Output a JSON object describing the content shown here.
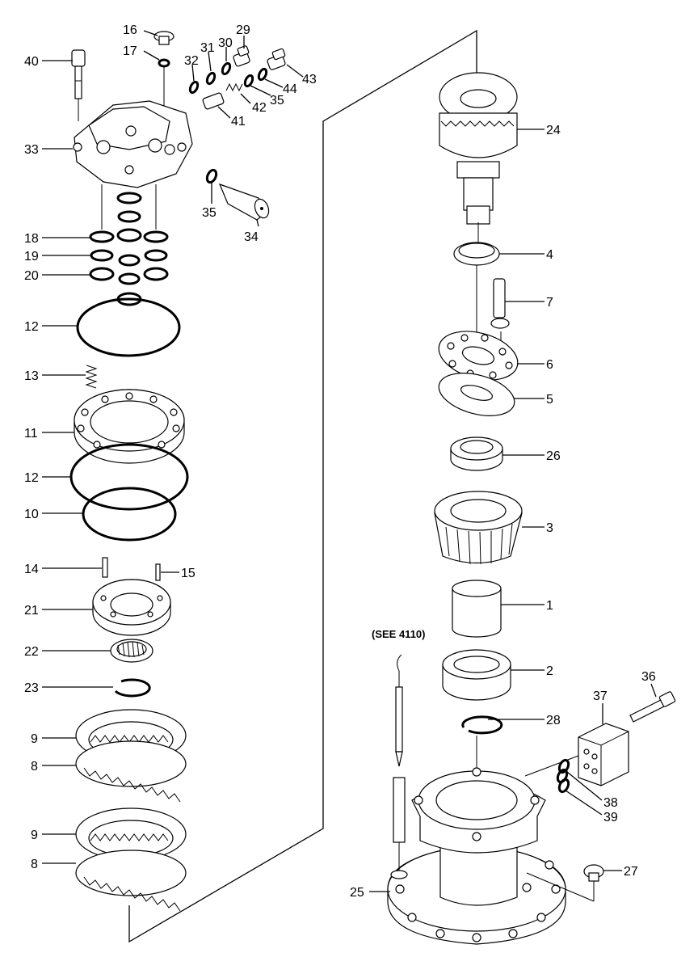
{
  "diagram": {
    "note": "(SEE 4110)",
    "callouts": [
      {
        "id": "c40",
        "label": "40"
      },
      {
        "id": "c16",
        "label": "16"
      },
      {
        "id": "c17",
        "label": "17"
      },
      {
        "id": "c32",
        "label": "32"
      },
      {
        "id": "c31",
        "label": "31"
      },
      {
        "id": "c30",
        "label": "30"
      },
      {
        "id": "c29",
        "label": "29"
      },
      {
        "id": "c43",
        "label": "43"
      },
      {
        "id": "c44",
        "label": "44"
      },
      {
        "id": "c35a",
        "label": "35"
      },
      {
        "id": "c42",
        "label": "42"
      },
      {
        "id": "c41",
        "label": "41"
      },
      {
        "id": "c33",
        "label": "33"
      },
      {
        "id": "c35b",
        "label": "35"
      },
      {
        "id": "c34",
        "label": "34"
      },
      {
        "id": "c18",
        "label": "18"
      },
      {
        "id": "c19",
        "label": "19"
      },
      {
        "id": "c20",
        "label": "20"
      },
      {
        "id": "c12a",
        "label": "12"
      },
      {
        "id": "c13",
        "label": "13"
      },
      {
        "id": "c11",
        "label": "11"
      },
      {
        "id": "c12b",
        "label": "12"
      },
      {
        "id": "c10",
        "label": "10"
      },
      {
        "id": "c14",
        "label": "14"
      },
      {
        "id": "c15",
        "label": "15"
      },
      {
        "id": "c21",
        "label": "21"
      },
      {
        "id": "c22",
        "label": "22"
      },
      {
        "id": "c23",
        "label": "23"
      },
      {
        "id": "c9a",
        "label": "9"
      },
      {
        "id": "c8a",
        "label": "8"
      },
      {
        "id": "c9b",
        "label": "9"
      },
      {
        "id": "c8b",
        "label": "8"
      },
      {
        "id": "c24",
        "label": "24"
      },
      {
        "id": "c4",
        "label": "4"
      },
      {
        "id": "c7",
        "label": "7"
      },
      {
        "id": "c6",
        "label": "6"
      },
      {
        "id": "c5",
        "label": "5"
      },
      {
        "id": "c26",
        "label": "26"
      },
      {
        "id": "c3",
        "label": "3"
      },
      {
        "id": "c1",
        "label": "1"
      },
      {
        "id": "c2",
        "label": "2"
      },
      {
        "id": "c36",
        "label": "36"
      },
      {
        "id": "c37",
        "label": "37"
      },
      {
        "id": "c28",
        "label": "28"
      },
      {
        "id": "c38",
        "label": "38"
      },
      {
        "id": "c39",
        "label": "39"
      },
      {
        "id": "c27",
        "label": "27"
      },
      {
        "id": "c25",
        "label": "25"
      }
    ]
  }
}
